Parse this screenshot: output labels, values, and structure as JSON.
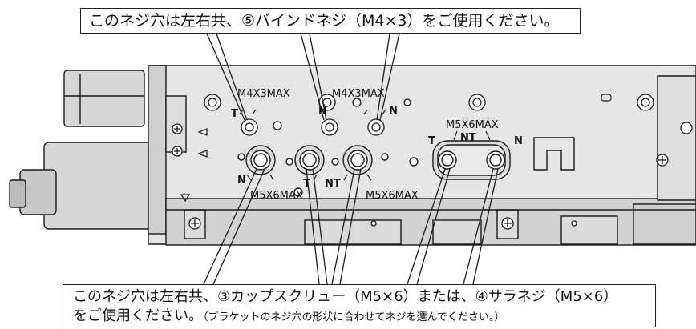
{
  "callouts": {
    "top": "このネジ穴は左右共、⑤バインドネジ（M4×3）をご使用ください。",
    "bottom_line1": "このネジ穴は左右共、③カップスクリュー（M5×6）または、④サラネジ（M5×6）",
    "bottom_line2_main": "をご使用ください。",
    "bottom_line2_note": "（ブラケットのネジ穴の形状に合わせてネジを選んでください。）"
  },
  "labels": {
    "m4_left": "M4X3MAX",
    "m4_right": "M4X3MAX",
    "m5_top": "M5X6MAX",
    "m5_bottom_left": "M5X6MAX",
    "m5_bottom_mid": "M5X6MAX",
    "t": "T",
    "n": "N",
    "nt": "NT"
  },
  "colors": {
    "body": "#e6e6e6",
    "shade": "#cfcfcf",
    "dark": "#b9b9b9",
    "line": "#1a1a1a"
  }
}
